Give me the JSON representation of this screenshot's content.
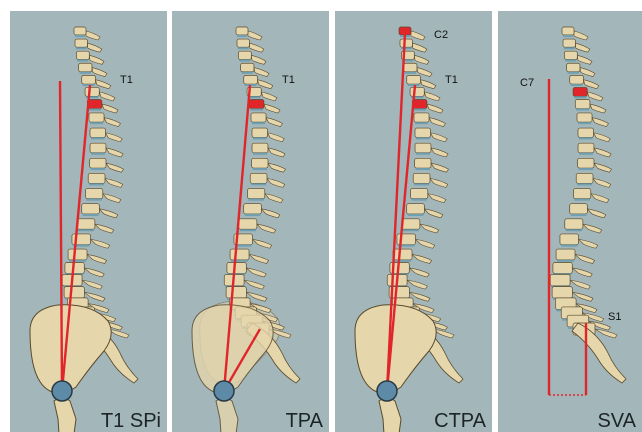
{
  "panels": [
    {
      "id": "t1spi",
      "title": "T1 SPi",
      "landmarks": [
        "T1"
      ],
      "line_color": "#e0262b"
    },
    {
      "id": "tpa",
      "title": "TPA",
      "landmarks": [
        "T1"
      ],
      "line_color": "#e0262b"
    },
    {
      "id": "ctpa",
      "title": "CTPA",
      "landmarks": [
        "C2",
        "T1"
      ],
      "line_color": "#e0262b"
    },
    {
      "id": "sva",
      "title": "SVA",
      "landmarks": [
        "C7",
        "S1"
      ],
      "line_color": "#e0262b"
    }
  ],
  "colors": {
    "panel_bg": "#a3b6ba",
    "bone": "#e6d6ac",
    "bone_edge": "#5a4a2a",
    "disc": "#6f9fb0",
    "highlight_vertebra": "#e0262b",
    "femoral_head": "#5d8aa6"
  }
}
